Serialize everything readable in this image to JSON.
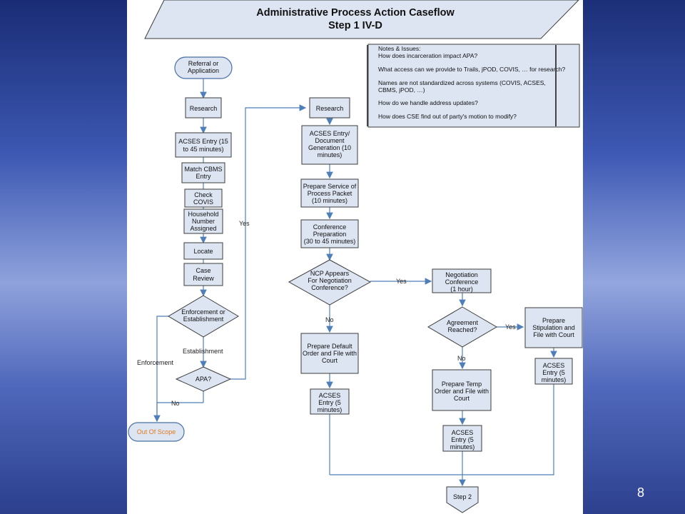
{
  "title": {
    "line1": "Administrative Process Action Caseflow",
    "line2": "Step 1 IV-D"
  },
  "notes": {
    "heading": "Notes & Issues:",
    "items": [
      "How does incarceration impact APA?",
      "What access can we provide to Trails, jPOD, COVIS, … for research?",
      "Names are not standardized across systems (COVIS, ACSES,",
      "CBMS, jPOD, …)",
      "How do we handle address updates?",
      "How does CSE find out of party's motion to modify?"
    ]
  },
  "nodes": {
    "referral": [
      "Referral or",
      "Application"
    ],
    "research_left": [
      "Research"
    ],
    "acses_left": [
      "ACSES Entry (15",
      "to 45 minutes)"
    ],
    "match_cbms": [
      "Match CBMS",
      "Entry"
    ],
    "check_covis": [
      "Check",
      "COVIS"
    ],
    "household": [
      "Household",
      "Number",
      "Assigned"
    ],
    "locate": [
      "Locate"
    ],
    "case_review": [
      "Case",
      "Review"
    ],
    "enforcement_decision": [
      "Enforcement or",
      "Establishment"
    ],
    "apa_decision": [
      "APA?"
    ],
    "out_of_scope": [
      "Out Of Scope"
    ],
    "research_mid": [
      "Research"
    ],
    "acses_doc_gen": [
      "ACSES Entry/",
      "Document",
      "Generation (10",
      "minutes)"
    ],
    "service_packet": [
      "Prepare Service of",
      "Process Packet",
      "(10 minutes)"
    ],
    "conference_prep": [
      "Conference",
      "Preparation",
      "(30 to 45 minutes)"
    ],
    "ncp_decision": [
      "NCP Appears",
      "For Negotiation",
      "Conference?"
    ],
    "default_order": [
      "Prepare Default",
      "Order and File with",
      "Court"
    ],
    "acses_mid": [
      "ACSES",
      "Entry (5",
      "minutes)"
    ],
    "negotiation_conf": [
      "Negotiation",
      "Conference",
      "(1 hour)"
    ],
    "agreement_decision": [
      "Agreement",
      "Reached?"
    ],
    "stipulation": [
      "Prepare",
      "Stipulation and",
      "File with Court"
    ],
    "acses_right": [
      "ACSES",
      "Entry (5",
      "minutes)"
    ],
    "temp_order": [
      "Prepare Temp",
      "Order and File with",
      "Court"
    ],
    "acses_right2": [
      "ACSES",
      "Entry (5",
      "minutes)"
    ],
    "step2": [
      "Step 2"
    ]
  },
  "edge_labels": {
    "yes_apa": "Yes",
    "enforcement": "Enforcement",
    "establishment": "Establishment",
    "no_apa": "No",
    "yes_ncp": "Yes",
    "no_ncp": "No",
    "yes_agreement": "Yes",
    "no_agreement": "No"
  },
  "page_number": "8",
  "colors": {
    "box_fill": "#dde5f3",
    "connector": "#4f7fb8",
    "out_of_scope_text": "#e07b21"
  }
}
